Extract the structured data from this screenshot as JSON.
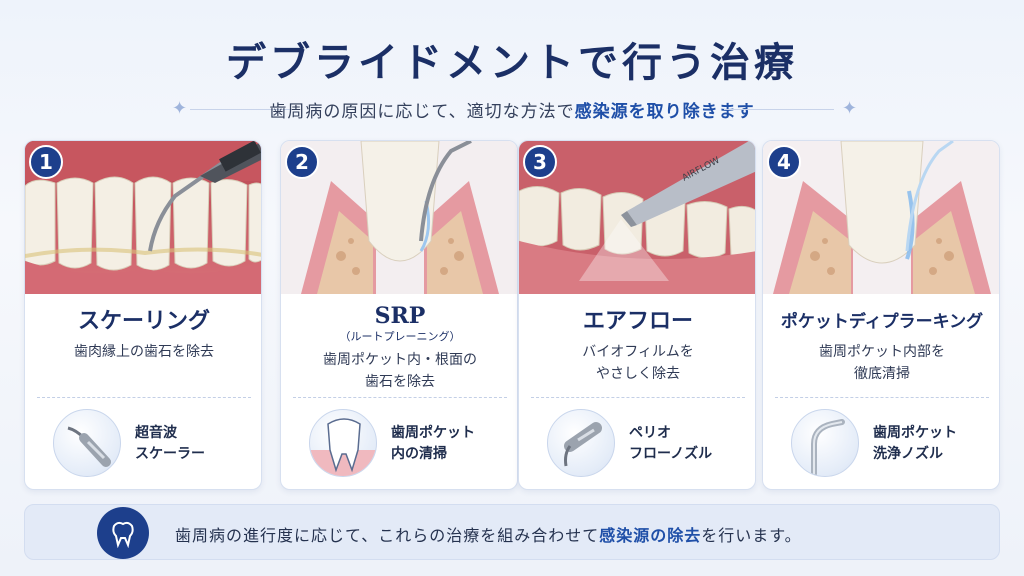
{
  "title": "デブライドメントで行う治療",
  "subtitle": {
    "before": "歯周病の原因に応じて、適切な方法で",
    "highlight": "感染源を取り除きます"
  },
  "cards": [
    {
      "number": "1",
      "title": "スケーリング",
      "subtitle": "",
      "desc_line1": "歯肉縁上の歯石を除去",
      "desc_line2": "",
      "tool_line1": "超音波",
      "tool_line2": "スケーラー"
    },
    {
      "number": "2",
      "title": "SRP",
      "subtitle": "（ルートプレーニング）",
      "desc_line1": "歯周ポケット内・根面の",
      "desc_line2": "歯石を除去",
      "tool_line1": "歯周ポケット",
      "tool_line2": "内の清掃"
    },
    {
      "number": "3",
      "title": "エアフロー",
      "subtitle": "",
      "desc_line1": "バイオフィルムを",
      "desc_line2": "やさしく除去",
      "tool_line1": "ペリオ",
      "tool_line2": "フローノズル",
      "device_text": "AIRFLOW"
    },
    {
      "number": "4",
      "title": "ポケットディプラーキング",
      "subtitle": "",
      "desc_line1": "歯周ポケット内部を",
      "desc_line2": "徹底清掃",
      "tool_line1": "歯周ポケット",
      "tool_line2": "洗浄ノズル"
    }
  ],
  "footer": {
    "before": "歯周病の進行度に応じて、これらの治療を組み合わせて",
    "highlight": "感染源の除去",
    "after": "を行います。"
  },
  "colors": {
    "navy": "#1d3f8c",
    "title": "#1b2f66",
    "highlight": "#1f4fa8",
    "gum": "#d9727a",
    "bone": "#e8c7a8"
  }
}
